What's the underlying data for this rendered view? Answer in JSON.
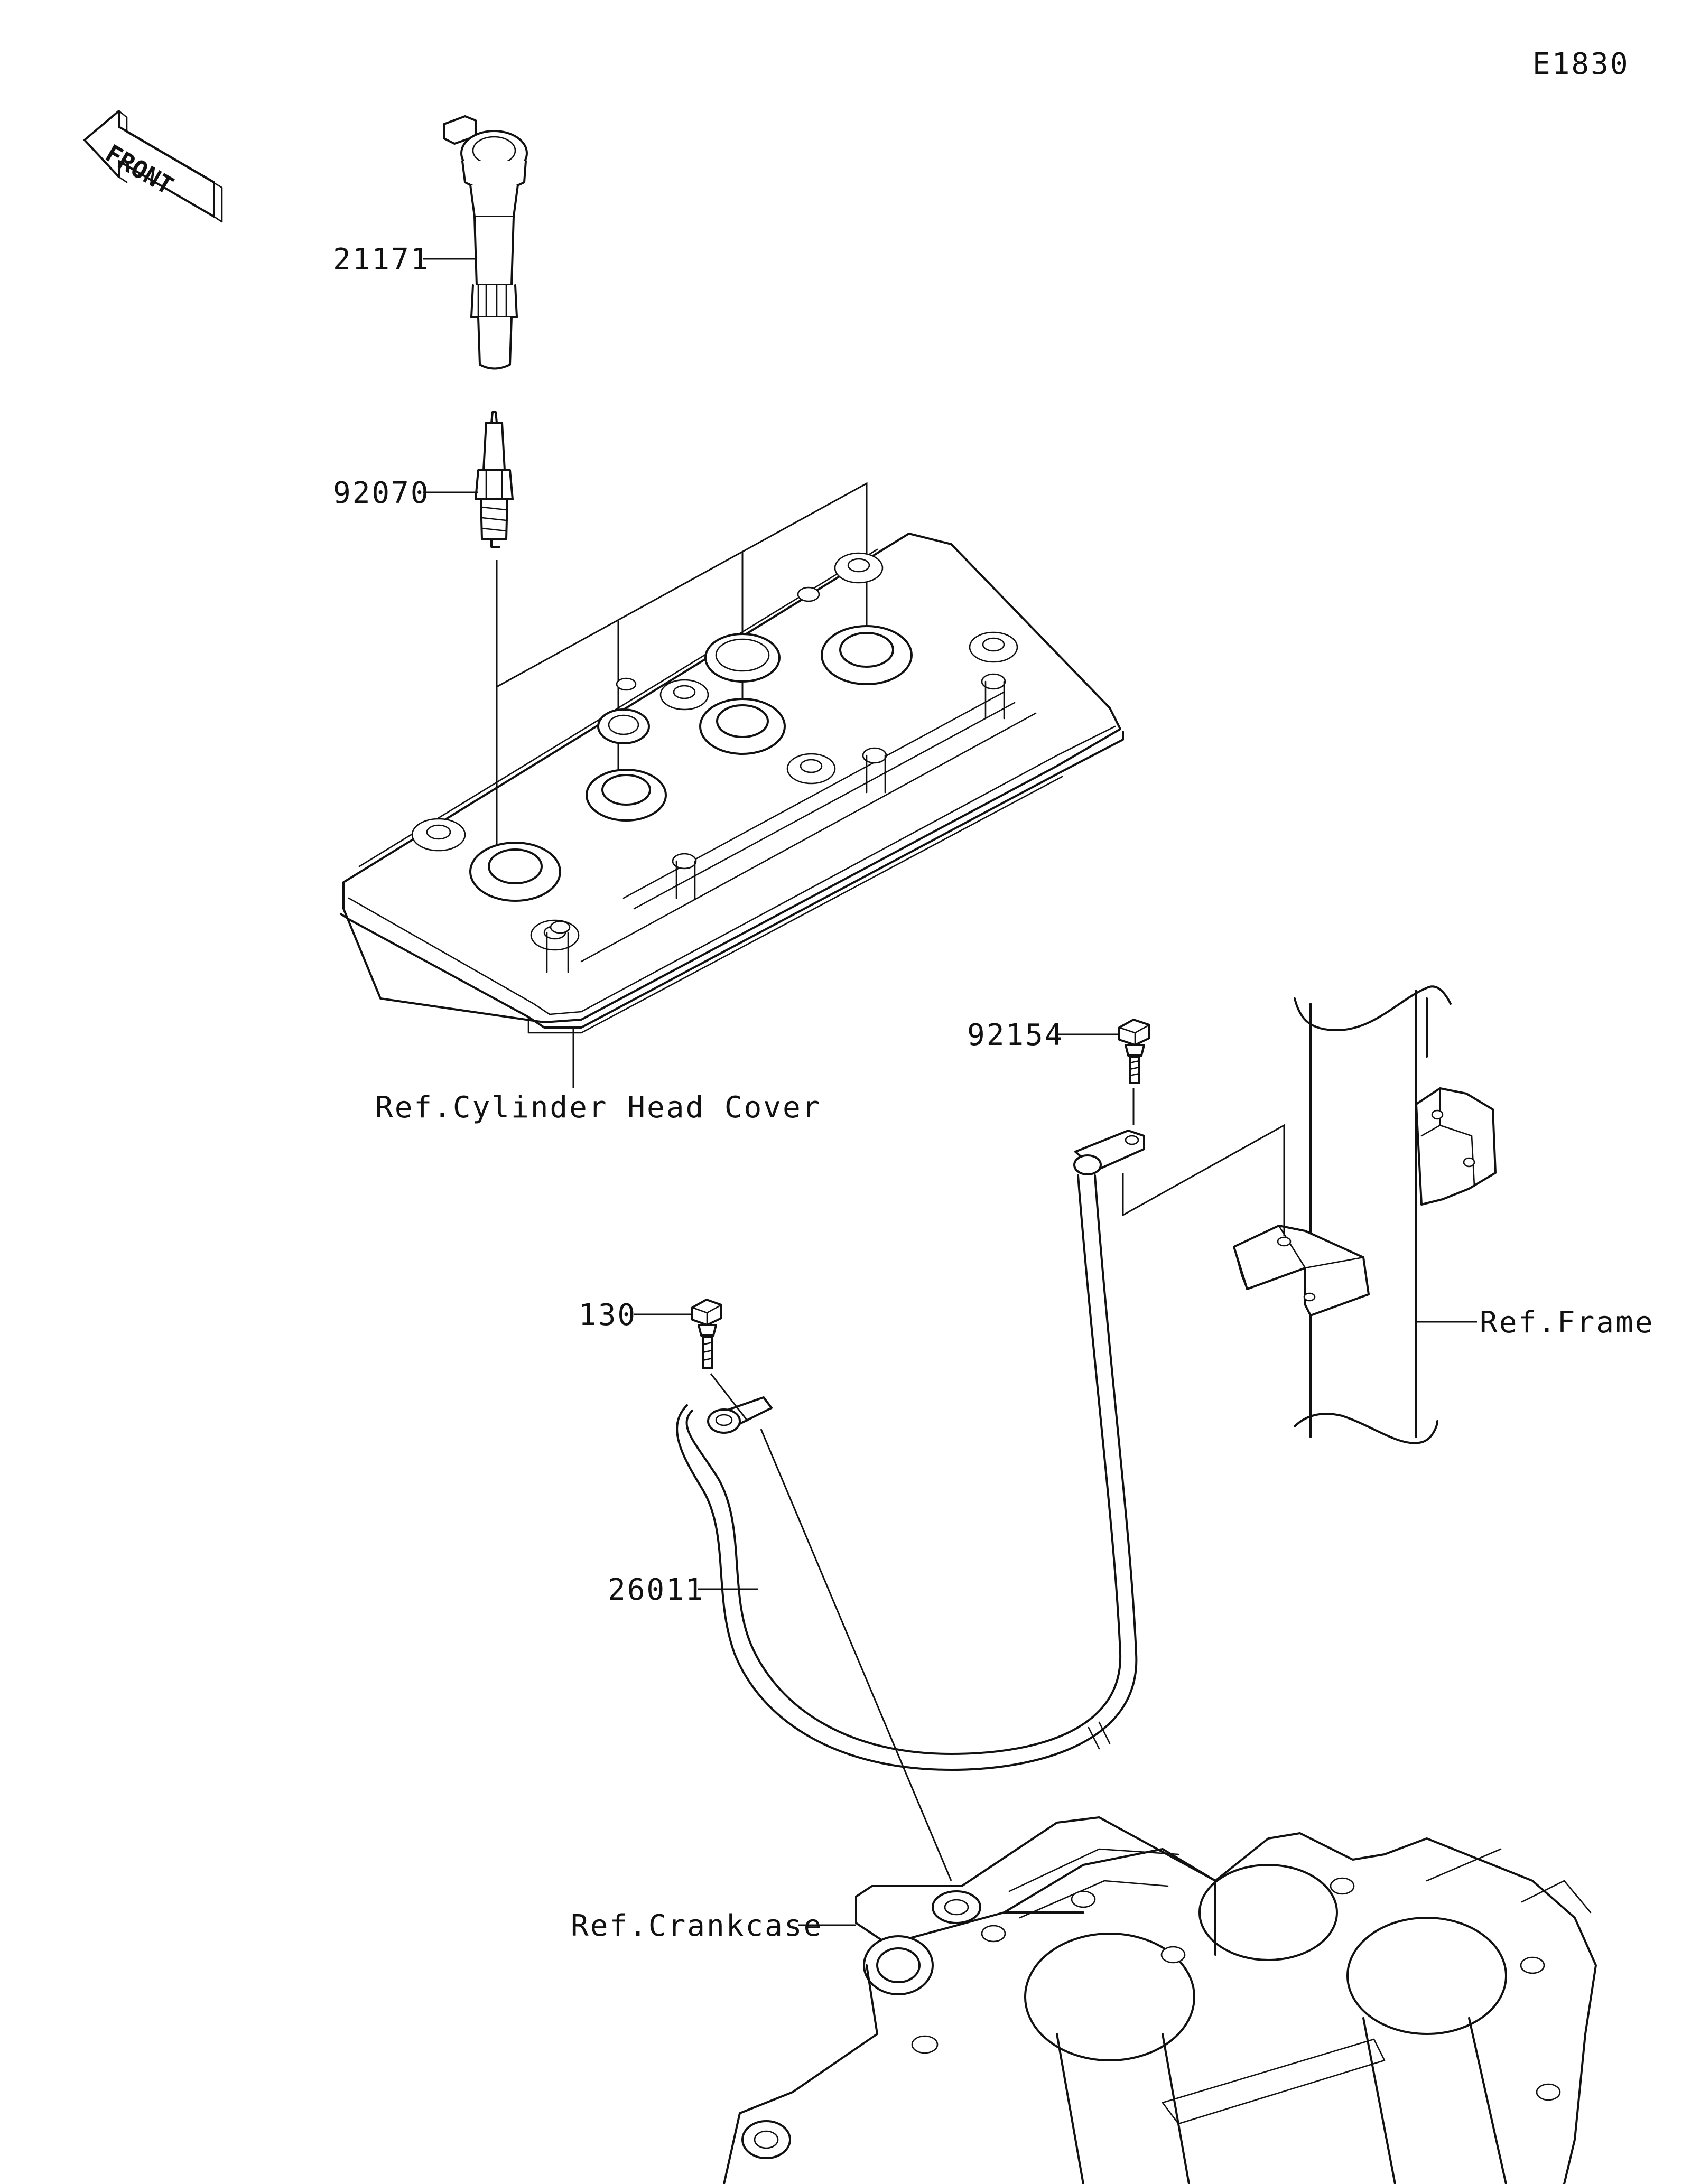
{
  "diagram_code": "E1830",
  "front_arrow_label": "FRONT",
  "callouts": {
    "ignition_coil": "21171",
    "spark_plug": "92070",
    "cylinder_head_cover_ref": "Ref.Cylinder Head Cover",
    "bolt_92154": "92154",
    "frame_ref": "Ref.Frame",
    "bolt_130": "130",
    "ground_lead": "26011",
    "crankcase_ref": "Ref.Crankcase"
  }
}
